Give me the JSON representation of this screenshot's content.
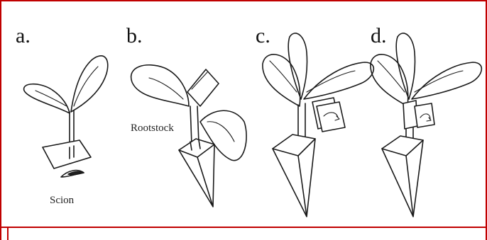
{
  "panels": [
    {
      "letter": "a."
    },
    {
      "letter": "b."
    },
    {
      "letter": "c."
    },
    {
      "letter": "d."
    }
  ],
  "labels": {
    "scion": "Scion",
    "rootstock": "Rootstock"
  },
  "colors": {
    "frame": "#c00000",
    "ink": "#1a1a1a"
  }
}
